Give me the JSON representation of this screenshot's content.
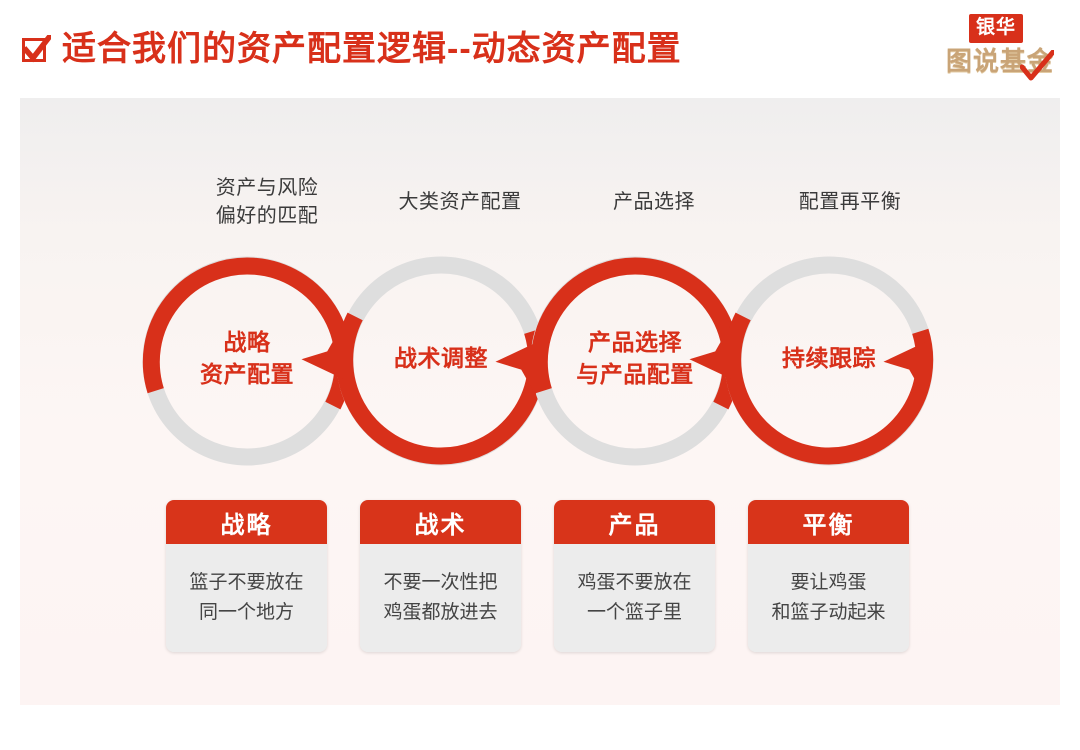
{
  "header": {
    "check_icon": "checkbox-checked-icon",
    "title": "适合我们的资产配置逻辑--动态资产配置",
    "brand": {
      "badge": "银华",
      "sub": "图说基金",
      "check_icon": "check-mark-icon"
    }
  },
  "colors": {
    "red": "#d8301a",
    "ring_gray": "#dedede",
    "card_body": "#ececec",
    "gold": "#c9a477",
    "panel_top": "#efeeee",
    "panel_bottom": "#fdf4f3"
  },
  "diagram": {
    "steps": [
      {
        "caption": "资产与风险\n偏好的匹配",
        "ring_label": "战略\n资产配置"
      },
      {
        "caption": "大类资产配置",
        "ring_label": "战术调整"
      },
      {
        "caption": "产品选择",
        "ring_label": "产品选择\n与产品配置"
      },
      {
        "caption": "配置再平衡",
        "ring_label": "持续跟踪"
      }
    ]
  },
  "cards": [
    {
      "title": "战略",
      "text": "篮子不要放在\n同一个地方"
    },
    {
      "title": "战术",
      "text": "不要一次性把\n鸡蛋都放进去"
    },
    {
      "title": "产品",
      "text": "鸡蛋不要放在\n一个篮子里"
    },
    {
      "title": "平衡",
      "text": "要让鸡蛋\n和篮子动起来"
    }
  ]
}
